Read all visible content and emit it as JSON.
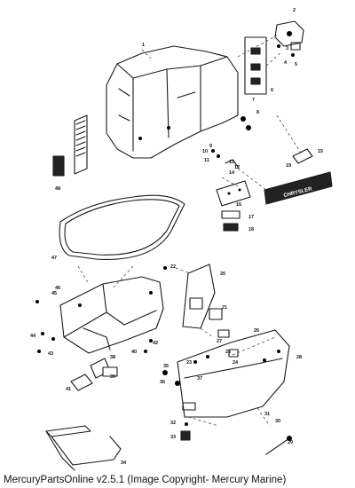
{
  "callouts": [
    "1",
    "2",
    "3",
    "4",
    "5",
    "6",
    "7",
    "8",
    "9",
    "10",
    "11",
    "12",
    "13",
    "14",
    "15",
    "16",
    "17",
    "18",
    "19",
    "20",
    "21",
    "22",
    "23",
    "24",
    "25",
    "26",
    "27",
    "28",
    "29",
    "30",
    "31",
    "32",
    "33",
    "34",
    "35",
    "36",
    "37",
    "38",
    "39",
    "40",
    "41",
    "42",
    "43",
    "44",
    "45",
    "46",
    "47",
    "48"
  ],
  "emblem_text": "CHRYSLER",
  "footer": {
    "app_version": "MercuryPartsOnline v2.5.1",
    "copyright": "(Image Copyright- Mercury Marine)"
  }
}
